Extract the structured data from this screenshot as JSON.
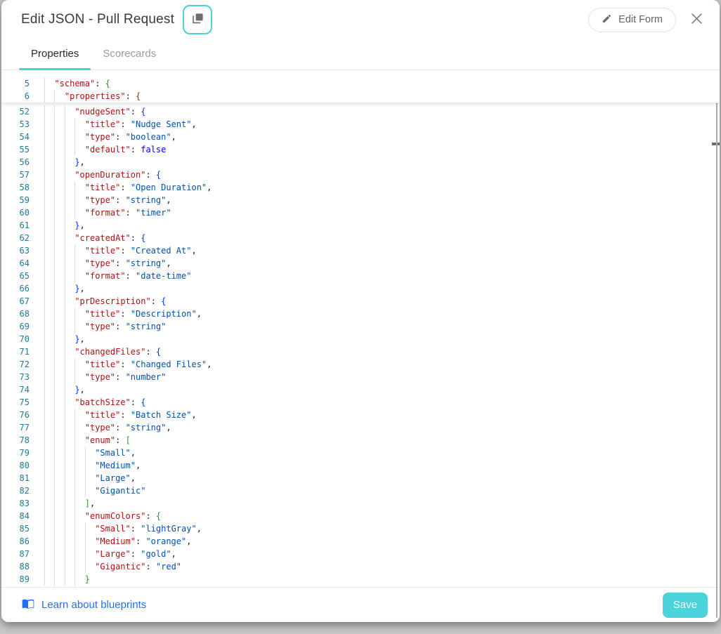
{
  "header": {
    "title": "Edit JSON - Pull Request",
    "edit_form_label": "Edit Form"
  },
  "tabs": [
    {
      "label": "Properties",
      "active": true
    },
    {
      "label": "Scorecards",
      "active": false
    }
  ],
  "editor": {
    "sticky_lines": [
      {
        "n": "5",
        "i": 2,
        "t": [
          [
            "k",
            "\"schema\""
          ],
          [
            "p",
            ": "
          ],
          [
            "b2",
            "{"
          ]
        ]
      },
      {
        "n": "6",
        "i": 4,
        "t": [
          [
            "k",
            "\"properties\""
          ],
          [
            "p",
            ": "
          ],
          [
            "b3",
            "{"
          ]
        ]
      }
    ],
    "lines": [
      {
        "n": "52",
        "i": 6,
        "t": [
          [
            "k",
            "\"nudgeSent\""
          ],
          [
            "p",
            ": "
          ],
          [
            "b4",
            "{"
          ]
        ]
      },
      {
        "n": "53",
        "i": 8,
        "t": [
          [
            "k",
            "\"title\""
          ],
          [
            "p",
            ": "
          ],
          [
            "s",
            "\"Nudge Sent\""
          ],
          [
            "p",
            ","
          ]
        ]
      },
      {
        "n": "54",
        "i": 8,
        "t": [
          [
            "k",
            "\"type\""
          ],
          [
            "p",
            ": "
          ],
          [
            "s",
            "\"boolean\""
          ],
          [
            "p",
            ","
          ]
        ]
      },
      {
        "n": "55",
        "i": 8,
        "t": [
          [
            "k",
            "\"default\""
          ],
          [
            "p",
            ": "
          ],
          [
            "kw",
            "false"
          ]
        ]
      },
      {
        "n": "56",
        "i": 6,
        "t": [
          [
            "b4",
            "}"
          ],
          [
            "p",
            ","
          ]
        ]
      },
      {
        "n": "57",
        "i": 6,
        "t": [
          [
            "k",
            "\"openDuration\""
          ],
          [
            "p",
            ": "
          ],
          [
            "b4",
            "{"
          ]
        ]
      },
      {
        "n": "58",
        "i": 8,
        "t": [
          [
            "k",
            "\"title\""
          ],
          [
            "p",
            ": "
          ],
          [
            "s",
            "\"Open Duration\""
          ],
          [
            "p",
            ","
          ]
        ]
      },
      {
        "n": "59",
        "i": 8,
        "t": [
          [
            "k",
            "\"type\""
          ],
          [
            "p",
            ": "
          ],
          [
            "s",
            "\"string\""
          ],
          [
            "p",
            ","
          ]
        ]
      },
      {
        "n": "60",
        "i": 8,
        "t": [
          [
            "k",
            "\"format\""
          ],
          [
            "p",
            ": "
          ],
          [
            "s",
            "\"timer\""
          ]
        ]
      },
      {
        "n": "61",
        "i": 6,
        "t": [
          [
            "b4",
            "}"
          ],
          [
            "p",
            ","
          ]
        ]
      },
      {
        "n": "62",
        "i": 6,
        "t": [
          [
            "k",
            "\"createdAt\""
          ],
          [
            "p",
            ": "
          ],
          [
            "b4",
            "{"
          ]
        ]
      },
      {
        "n": "63",
        "i": 8,
        "t": [
          [
            "k",
            "\"title\""
          ],
          [
            "p",
            ": "
          ],
          [
            "s",
            "\"Created At\""
          ],
          [
            "p",
            ","
          ]
        ]
      },
      {
        "n": "64",
        "i": 8,
        "t": [
          [
            "k",
            "\"type\""
          ],
          [
            "p",
            ": "
          ],
          [
            "s",
            "\"string\""
          ],
          [
            "p",
            ","
          ]
        ]
      },
      {
        "n": "65",
        "i": 8,
        "t": [
          [
            "k",
            "\"format\""
          ],
          [
            "p",
            ": "
          ],
          [
            "s",
            "\"date-time\""
          ]
        ]
      },
      {
        "n": "66",
        "i": 6,
        "t": [
          [
            "b4",
            "}"
          ],
          [
            "p",
            ","
          ]
        ]
      },
      {
        "n": "67",
        "i": 6,
        "t": [
          [
            "k",
            "\"prDescription\""
          ],
          [
            "p",
            ": "
          ],
          [
            "b4",
            "{"
          ]
        ]
      },
      {
        "n": "68",
        "i": 8,
        "t": [
          [
            "k",
            "\"title\""
          ],
          [
            "p",
            ": "
          ],
          [
            "s",
            "\"Description\""
          ],
          [
            "p",
            ","
          ]
        ]
      },
      {
        "n": "69",
        "i": 8,
        "t": [
          [
            "k",
            "\"type\""
          ],
          [
            "p",
            ": "
          ],
          [
            "s",
            "\"string\""
          ]
        ]
      },
      {
        "n": "70",
        "i": 6,
        "t": [
          [
            "b4",
            "}"
          ],
          [
            "p",
            ","
          ]
        ]
      },
      {
        "n": "71",
        "i": 6,
        "t": [
          [
            "k",
            "\"changedFiles\""
          ],
          [
            "p",
            ": "
          ],
          [
            "b4",
            "{"
          ]
        ]
      },
      {
        "n": "72",
        "i": 8,
        "t": [
          [
            "k",
            "\"title\""
          ],
          [
            "p",
            ": "
          ],
          [
            "s",
            "\"Changed Files\""
          ],
          [
            "p",
            ","
          ]
        ]
      },
      {
        "n": "73",
        "i": 8,
        "t": [
          [
            "k",
            "\"type\""
          ],
          [
            "p",
            ": "
          ],
          [
            "s",
            "\"number\""
          ]
        ]
      },
      {
        "n": "74",
        "i": 6,
        "t": [
          [
            "b4",
            "}"
          ],
          [
            "p",
            ","
          ]
        ]
      },
      {
        "n": "75",
        "i": 6,
        "t": [
          [
            "k",
            "\"batchSize\""
          ],
          [
            "p",
            ": "
          ],
          [
            "b4",
            "{"
          ]
        ]
      },
      {
        "n": "76",
        "i": 8,
        "t": [
          [
            "k",
            "\"title\""
          ],
          [
            "p",
            ": "
          ],
          [
            "s",
            "\"Batch Size\""
          ],
          [
            "p",
            ","
          ]
        ]
      },
      {
        "n": "77",
        "i": 8,
        "t": [
          [
            "k",
            "\"type\""
          ],
          [
            "p",
            ": "
          ],
          [
            "s",
            "\"string\""
          ],
          [
            "p",
            ","
          ]
        ]
      },
      {
        "n": "78",
        "i": 8,
        "t": [
          [
            "k",
            "\"enum\""
          ],
          [
            "p",
            ": "
          ],
          [
            "b5",
            "["
          ]
        ]
      },
      {
        "n": "79",
        "i": 10,
        "t": [
          [
            "s",
            "\"Small\""
          ],
          [
            "p",
            ","
          ]
        ]
      },
      {
        "n": "80",
        "i": 10,
        "t": [
          [
            "s",
            "\"Medium\""
          ],
          [
            "p",
            ","
          ]
        ]
      },
      {
        "n": "81",
        "i": 10,
        "t": [
          [
            "s",
            "\"Large\""
          ],
          [
            "p",
            ","
          ]
        ]
      },
      {
        "n": "82",
        "i": 10,
        "t": [
          [
            "s",
            "\"Gigantic\""
          ]
        ]
      },
      {
        "n": "83",
        "i": 8,
        "t": [
          [
            "b5",
            "]"
          ],
          [
            "p",
            ","
          ]
        ]
      },
      {
        "n": "84",
        "i": 8,
        "t": [
          [
            "k",
            "\"enumColors\""
          ],
          [
            "p",
            ": "
          ],
          [
            "b5",
            "{"
          ]
        ]
      },
      {
        "n": "85",
        "i": 10,
        "t": [
          [
            "k",
            "\"Small\""
          ],
          [
            "p",
            ": "
          ],
          [
            "s",
            "\"lightGray\""
          ],
          [
            "p",
            ","
          ]
        ]
      },
      {
        "n": "86",
        "i": 10,
        "t": [
          [
            "k",
            "\"Medium\""
          ],
          [
            "p",
            ": "
          ],
          [
            "s",
            "\"orange\""
          ],
          [
            "p",
            ","
          ]
        ]
      },
      {
        "n": "87",
        "i": 10,
        "t": [
          [
            "k",
            "\"Large\""
          ],
          [
            "p",
            ": "
          ],
          [
            "s",
            "\"gold\""
          ],
          [
            "p",
            ","
          ]
        ]
      },
      {
        "n": "88",
        "i": 10,
        "t": [
          [
            "k",
            "\"Gigantic\""
          ],
          [
            "p",
            ": "
          ],
          [
            "s",
            "\"red\""
          ]
        ]
      },
      {
        "n": "89",
        "i": 8,
        "t": [
          [
            "b5",
            "}"
          ]
        ]
      }
    ]
  },
  "footer": {
    "link_label": "Learn about blueprints",
    "save_label": "Save"
  },
  "colors": {
    "accent": "#46d4d6",
    "save": "#4ad3da",
    "link": "#1f72f1",
    "line_number": "#237893",
    "syntax_key": "#a31515",
    "syntax_string": "#0451a5",
    "syntax_keyword": "#0000ff",
    "bracket_depth2": "#319331",
    "bracket_depth3": "#7b3814",
    "bracket_depth4": "#0431fa",
    "bracket_depth5": "#319331"
  }
}
